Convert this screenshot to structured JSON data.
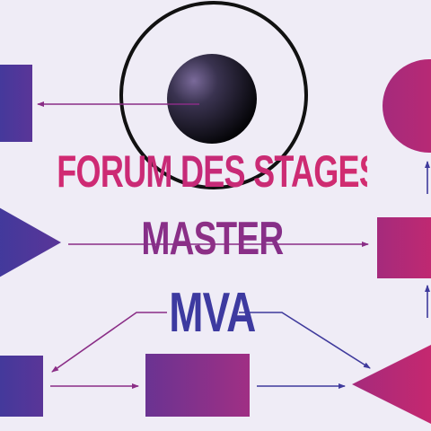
{
  "title": {
    "line1": "FORUM DES STAGES",
    "line2": "MASTER",
    "line3": "MVA"
  },
  "colors": {
    "background": "#efecf6",
    "magenta": "#c8286e",
    "purple": "#7a2f8f",
    "indigo": "#3f3a9c",
    "ink": "#111111"
  }
}
